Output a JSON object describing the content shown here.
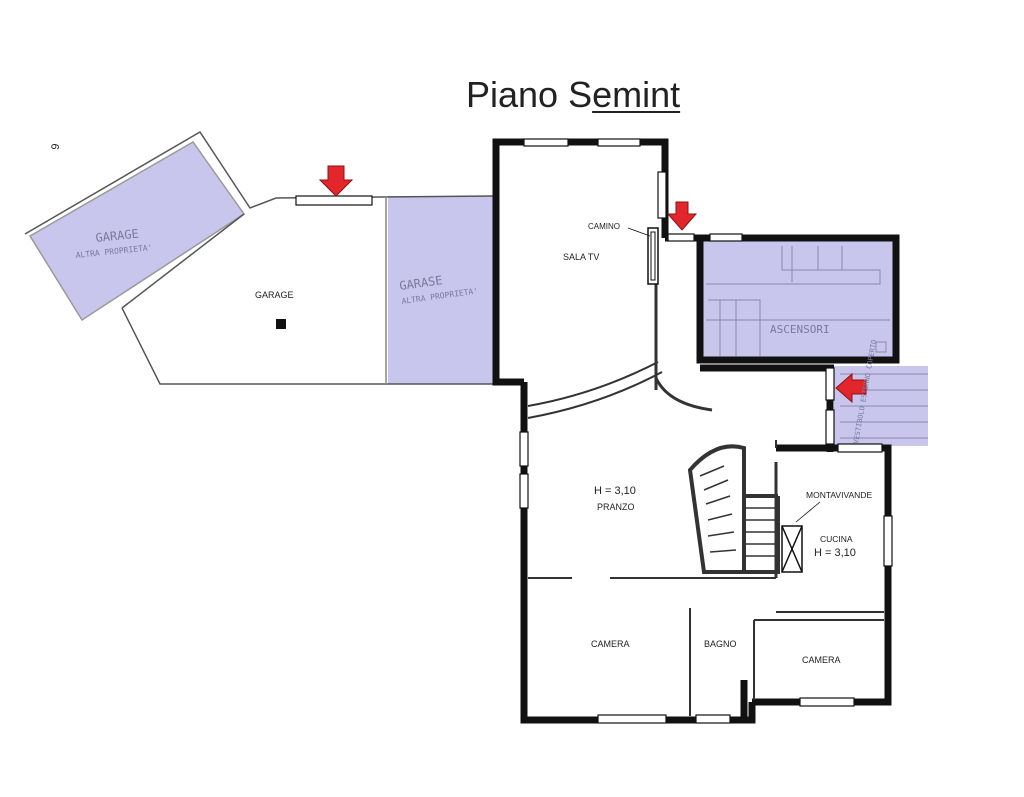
{
  "title": {
    "prefix": "Piano S",
    "underlined": "emint"
  },
  "rooms": {
    "garage_other_left": {
      "name": "GARAGE",
      "note": "ALTRA PROPRIETA'"
    },
    "garage_other_mid": {
      "name": "GARASE",
      "note": "ALTRA PROPRIETA'"
    },
    "garage": "GARAGE",
    "sala_tv": "SALA TV",
    "camino": "CAMINO",
    "ascensori": "ASCENSORI",
    "vestibolo": "VESTIBOLO ESTERNO COPERTO",
    "pranzo_height": "H = 3,10",
    "pranzo": "PRANZO",
    "montavivande": "MONTAVIVANDE",
    "cucina": "CUCINA",
    "cucina_height": "H = 3,10",
    "camera_left": "CAMERA",
    "bagno": "BAGNO",
    "camera_right": "CAMERA"
  },
  "sheet_mark": "6",
  "colors": {
    "wall": "#111111",
    "shade": "#c9c6ee",
    "arrow": "#e3262b",
    "window": "#ffffff"
  }
}
